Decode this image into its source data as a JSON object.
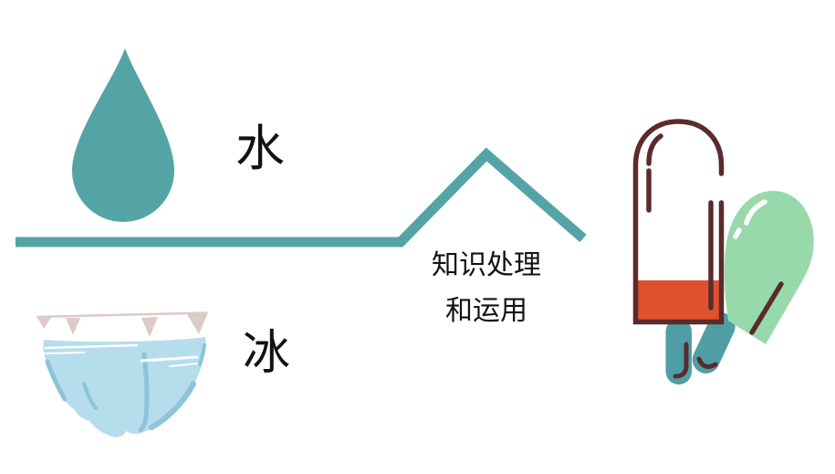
{
  "labels": {
    "water": "水",
    "ice": "冰",
    "process_line1": "知识处理",
    "process_line2": "和运用"
  },
  "icons": {
    "water_drop": "water-drop-icon",
    "iceberg": "iceberg-icon",
    "process_peak": "process-peak-line",
    "popsicles": "popsicles-icon"
  },
  "colors": {
    "teal": "#54a4a6",
    "stick_teal": "#4f9ea5",
    "maroon": "#5b2b2b",
    "orange": "#df512e",
    "green": "#98d9ab",
    "ice_blue": "#b5ddec",
    "ice_shadow": "#8cc4da",
    "ice_pink": "#dccbc8",
    "text": "#121212"
  }
}
